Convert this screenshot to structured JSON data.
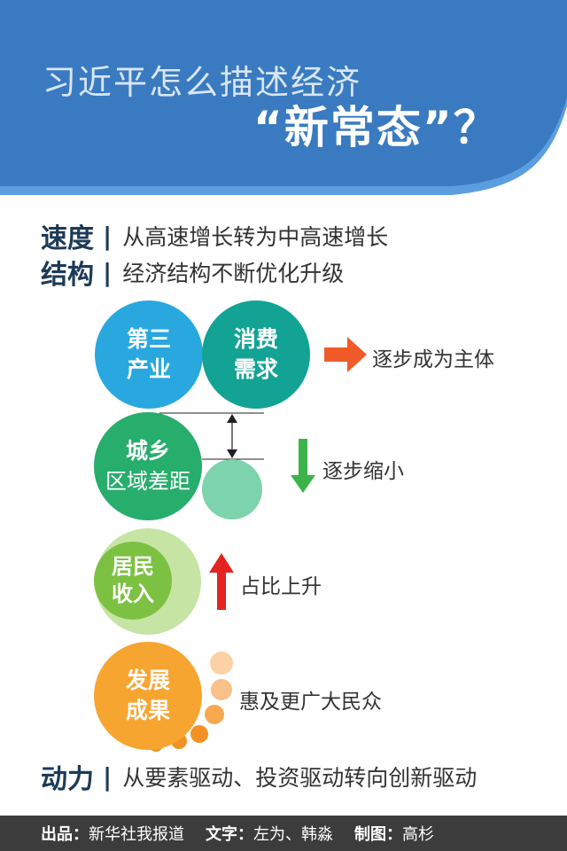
{
  "header": {
    "title_line1": "习近平怎么描述经济",
    "title_line2": "“新常态”？",
    "colors": {
      "band": "#3a7ac0",
      "band_edge": "#5b9ee0"
    }
  },
  "rows": {
    "speed": {
      "key": "速度",
      "sep": "|",
      "value": "从高速增长转为中高速增长"
    },
    "structure": {
      "key": "结构",
      "sep": "|",
      "value": "经济结构不断优化升级"
    },
    "power": {
      "key": "动力",
      "sep": "|",
      "value": "从要素驱动、投资驱动转向创新驱动"
    }
  },
  "diagram": {
    "tertiary": {
      "line1": "第三",
      "line2": "产业",
      "color": "#29a8e0"
    },
    "consumption": {
      "line1": "消费",
      "line2": "需求",
      "color": "#12a394"
    },
    "arrow_right_label": "逐步成为主体",
    "urban_rural": {
      "line1": "城乡",
      "line2": "区域差距",
      "color": "#27ad6c",
      "small_color": "#7dd3ac"
    },
    "arrow_down_label": "逐步缩小",
    "income": {
      "line1": "居民",
      "line2": "收入",
      "color": "#7dc142",
      "halo_color": "#c6e4a3"
    },
    "arrow_up_label": "占比上升",
    "results": {
      "line1": "发展",
      "line2": "成果",
      "color": "#f7a531"
    },
    "dots_label": "惠及更广大民众",
    "dot_colors": [
      "#fbd2a5",
      "#f9c089",
      "#f6a84f",
      "#f39222",
      "#f39222",
      "#f39222"
    ],
    "arrow_colors": {
      "right": "#f05a28",
      "down": "#3bb34a",
      "up": "#e52421"
    }
  },
  "footer": {
    "producer_key": "出品：",
    "producer": "新华社我报道",
    "text_key": "文字：",
    "text": "左为、韩淼",
    "design_key": "制图：",
    "design": "高杉"
  }
}
